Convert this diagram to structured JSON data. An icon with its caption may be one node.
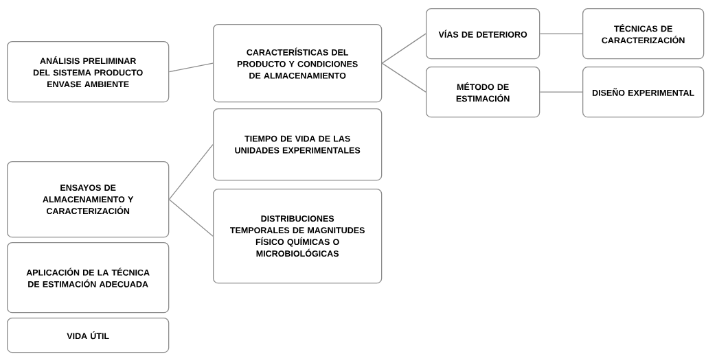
{
  "diagram": {
    "nodes": [
      {
        "text": [
          "ANÁLISIS PRELIMINAR DEL SISTEMA PRODUCTO ENVASE AMBIENTE"
        ]
      },
      {
        "text": [
          "CARACTERÍSTICAS DEL PRODUCTO Y CONDICIONES DE ALMACENAMIENTO"
        ]
      },
      {
        "text": [
          "VÍAS DE DETERIORO"
        ]
      },
      {
        "text": [
          "TÉCNICAS DE CARACTERIZACIÓN"
        ]
      },
      {
        "text": [
          "MÉTODO DE ESTIMACIÓN"
        ]
      },
      {
        "text": [
          "DISEÑO EXPERIMENTAL"
        ]
      },
      {
        "text": [
          "ENSAYOS DE ALMACENAMIENTO Y CARACTERIZACIÓN"
        ]
      },
      {
        "text": [
          "TIEMPO DE VIDA DE LAS UNIDADES EXPERIMENTALES"
        ]
      },
      {
        "text": [
          "DISTRIBUCIONES TEMPORALES DE MAGNITUDES FÍSICO QUÍMICAS O MICROBIOLÓGICAS"
        ]
      },
      {
        "text": [
          "APLICACIÓN DE LA TÉCNICA DE ESTIMACIÓN ADECUADA"
        ]
      },
      {
        "text": [
          "VIDA ÚTIL"
        ]
      }
    ],
    "edges": [
      {
        "from": 0,
        "to": 1,
        "arrow": "none"
      },
      {
        "from": 1,
        "to": 2,
        "arrow": "none"
      },
      {
        "from": 1,
        "to": 4,
        "arrow": "none"
      },
      {
        "from": 2,
        "to": 3,
        "arrow": "none"
      },
      {
        "from": 4,
        "to": 5,
        "arrow": "none"
      },
      {
        "from": 6,
        "to": 7,
        "arrow": "none"
      },
      {
        "from": 6,
        "to": 8,
        "arrow": "none"
      }
    ]
  }
}
